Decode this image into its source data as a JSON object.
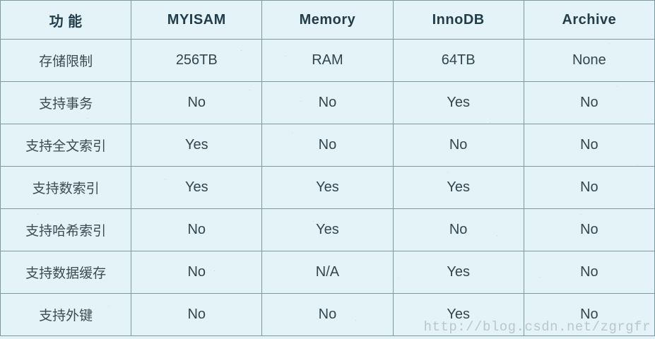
{
  "table": {
    "columns": [
      "功 能",
      "MYISAM",
      "Memory",
      "InnoDB",
      "Archive"
    ],
    "rows": [
      {
        "feature": "存储限制",
        "values": [
          "256TB",
          "RAM",
          "64TB",
          "None"
        ]
      },
      {
        "feature": "支持事务",
        "values": [
          "No",
          "No",
          "Yes",
          "No"
        ]
      },
      {
        "feature": "支持全文索引",
        "values": [
          "Yes",
          "No",
          "No",
          "No"
        ]
      },
      {
        "feature": "支持数索引",
        "values": [
          "Yes",
          "Yes",
          "Yes",
          "No"
        ]
      },
      {
        "feature": "支持哈希索引",
        "values": [
          "No",
          "Yes",
          "No",
          "No"
        ]
      },
      {
        "feature": "支持数据缓存",
        "values": [
          "No",
          "N/A",
          "Yes",
          "No"
        ]
      },
      {
        "feature": "支持外键",
        "values": [
          "No",
          "No",
          "Yes",
          "No"
        ]
      }
    ]
  },
  "watermark": "http://blog.csdn.net/zgrgfr",
  "colors": {
    "background": "#e3f3f8",
    "grid_border": "#7c99a2",
    "header_text": "#223e4a",
    "body_text": "#33464e",
    "watermark_text": "#b9c4c7"
  }
}
